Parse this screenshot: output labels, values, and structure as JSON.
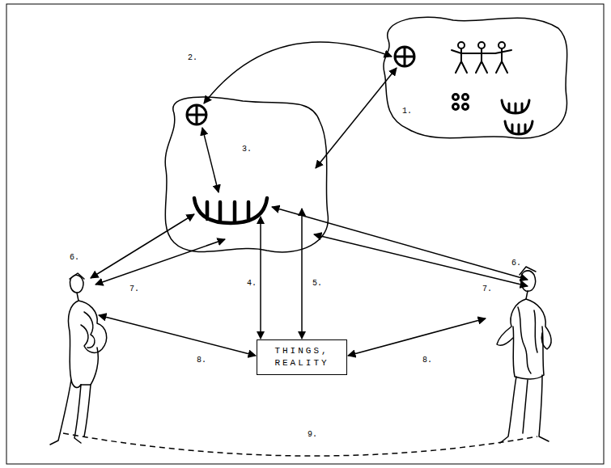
{
  "diagram": {
    "nodes": [
      {
        "text": [
          "THINGS, REALITY"
        ]
      }
    ],
    "labels": [
      "1.",
      "2.",
      "3.",
      "4.",
      "5.",
      "6.",
      "6.",
      "7.",
      "7.",
      "8.",
      "8.",
      "9."
    ]
  }
}
